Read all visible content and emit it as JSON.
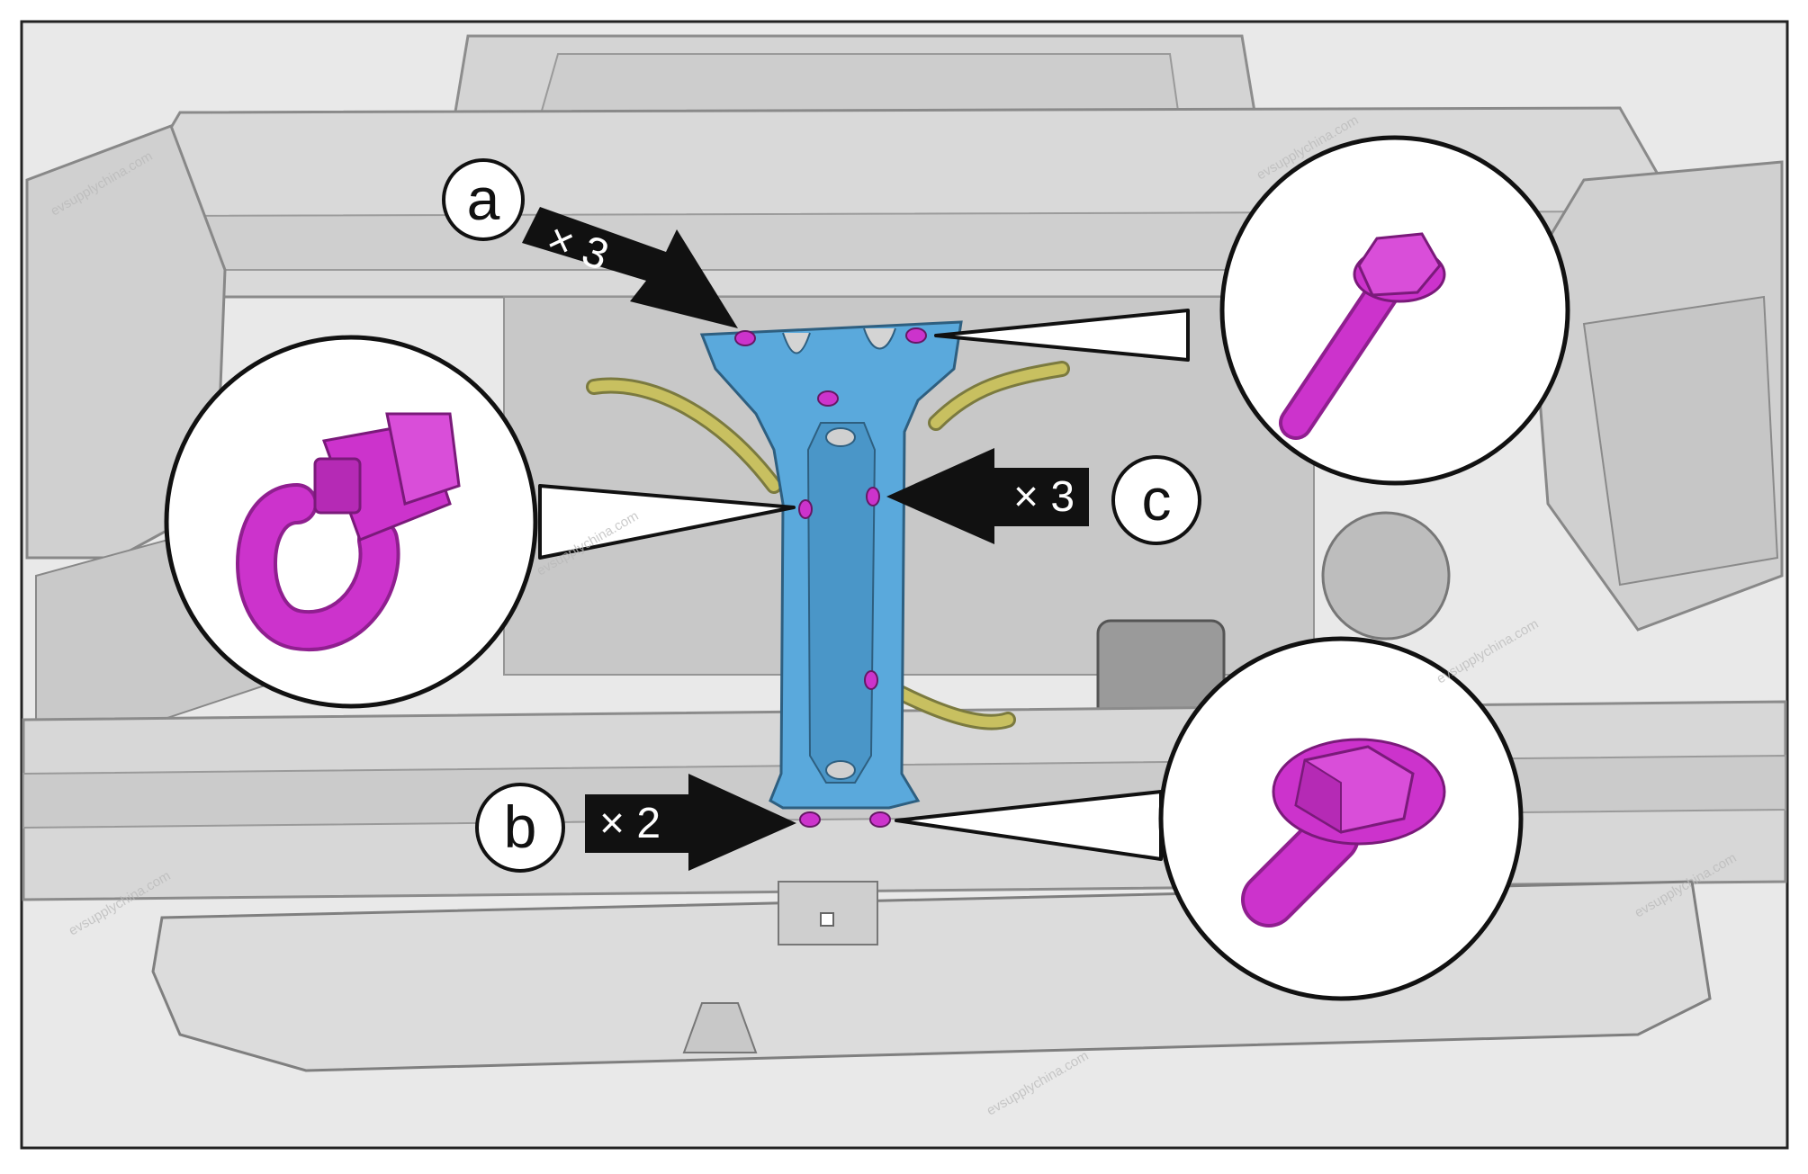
{
  "callouts": {
    "a": {
      "letter": "a",
      "count": "× 3"
    },
    "b": {
      "letter": "b",
      "count": "× 2"
    },
    "c": {
      "letter": "c",
      "count": "× 3"
    }
  },
  "watermark": "evsupplychina.com",
  "colors": {
    "bracket": "#5aa9dc",
    "fastener": "#cc33cc",
    "harness": "#c8c060",
    "engine_bay": "#d6d6d6",
    "outline": "#111111"
  },
  "detail_views": [
    {
      "id": "clip",
      "icon": "push-clip-icon"
    },
    {
      "id": "long-bolt",
      "icon": "flange-bolt-long-icon"
    },
    {
      "id": "short-bolt",
      "icon": "flange-bolt-short-icon"
    }
  ]
}
